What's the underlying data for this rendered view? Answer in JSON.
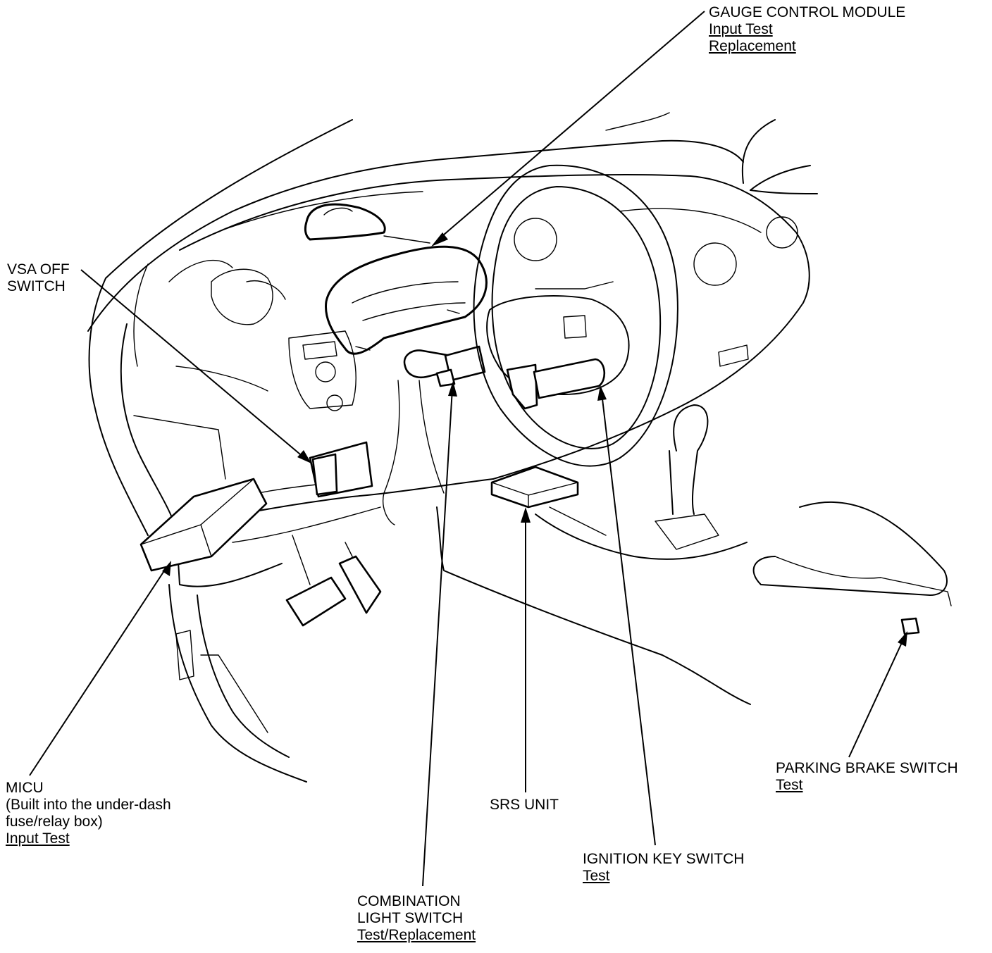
{
  "labels": {
    "gauge_control_module": {
      "title": "GAUGE CONTROL MODULE",
      "links": [
        "Input Test",
        "Replacement"
      ]
    },
    "vsa_off_switch": {
      "title_lines": [
        "VSA OFF",
        "SWITCH"
      ]
    },
    "micu": {
      "title_lines": [
        "MICU",
        "(Built into the under-dash",
        "fuse/relay box)"
      ],
      "links": [
        "Input Test"
      ]
    },
    "combination_light_switch": {
      "title_lines": [
        "COMBINATION",
        "LIGHT SWITCH"
      ],
      "links": [
        "Test/Replacement"
      ]
    },
    "srs_unit": {
      "title": "SRS UNIT"
    },
    "ignition_key_switch": {
      "title": "IGNITION KEY SWITCH",
      "links": [
        "Test"
      ]
    },
    "parking_brake_switch": {
      "title": "PARKING BRAKE SWITCH",
      "links": [
        "Test"
      ]
    }
  },
  "colors": {
    "ink": "#000000",
    "background": "#ffffff"
  }
}
